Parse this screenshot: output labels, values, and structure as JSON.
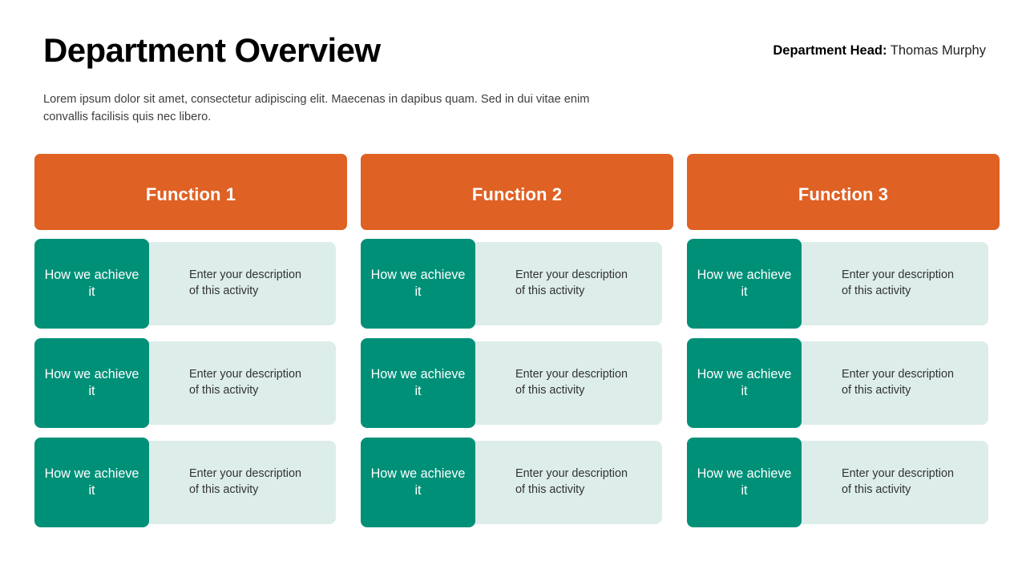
{
  "header": {
    "title": "Department Overview",
    "dept_head_label": "Department Head:",
    "dept_head_value": "Thomas Murphy",
    "subtitle": "Lorem ipsum dolor sit amet, consectetur adipiscing elit. Maecenas in dapibus quam. Sed in dui vitae enim convallis facilisis quis nec libero."
  },
  "colors": {
    "accent_orange": "#DF6124",
    "accent_teal": "#009078",
    "strip_mint": "#DCEDEA",
    "background": "#FFFFFF"
  },
  "columns": [
    {
      "title": "Function 1",
      "rows": [
        {
          "badge": "How we achieve it",
          "description": "Enter your description of this activity"
        },
        {
          "badge": "How we achieve it",
          "description": "Enter your description of this activity"
        },
        {
          "badge": "How we achieve it",
          "description": "Enter your description of this activity"
        }
      ]
    },
    {
      "title": "Function 2",
      "rows": [
        {
          "badge": "How we achieve it",
          "description": "Enter your description of this activity"
        },
        {
          "badge": "How we achieve it",
          "description": "Enter your description of this activity"
        },
        {
          "badge": "How we achieve it",
          "description": "Enter your description of this activity"
        }
      ]
    },
    {
      "title": "Function 3",
      "rows": [
        {
          "badge": "How we achieve it",
          "description": "Enter your description of this activity"
        },
        {
          "badge": "How we achieve it",
          "description": "Enter your description of this activity"
        },
        {
          "badge": "How we achieve it",
          "description": "Enter your description of this activity"
        }
      ]
    }
  ]
}
